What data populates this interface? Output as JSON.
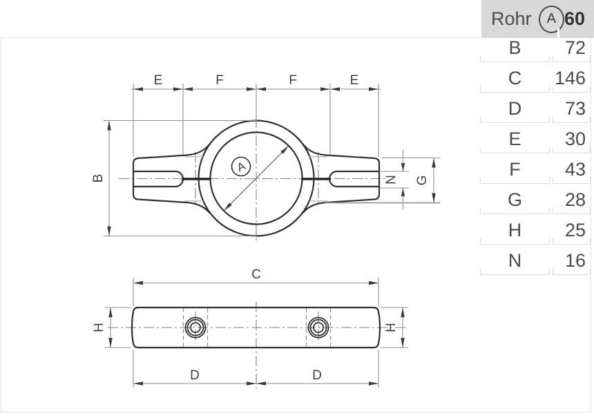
{
  "table": {
    "header": {
      "label": "Rohr",
      "badge": "A",
      "value": "60"
    },
    "rows": [
      {
        "key": "B",
        "value": "72"
      },
      {
        "key": "C",
        "value": "146"
      },
      {
        "key": "D",
        "value": "73"
      },
      {
        "key": "E",
        "value": "30"
      },
      {
        "key": "F",
        "value": "43"
      },
      {
        "key": "G",
        "value": "28"
      },
      {
        "key": "H",
        "value": "25"
      },
      {
        "key": "N",
        "value": "16"
      }
    ]
  },
  "drawing": {
    "balloon": "A",
    "dims": {
      "e1": "E",
      "f1": "F",
      "f2": "F",
      "e2": "E",
      "b": "B",
      "n": "N",
      "g": "G",
      "c": "C",
      "d1": "D",
      "d2": "D",
      "h1": "H",
      "h2": "H"
    }
  },
  "colors": {
    "object_line": "#2f2f2f",
    "dimension_line": "#8e8e8e",
    "table_header_bg": "#d9d9d9",
    "cell_border": "#dcdcdc",
    "text": "#4a4a4a"
  }
}
